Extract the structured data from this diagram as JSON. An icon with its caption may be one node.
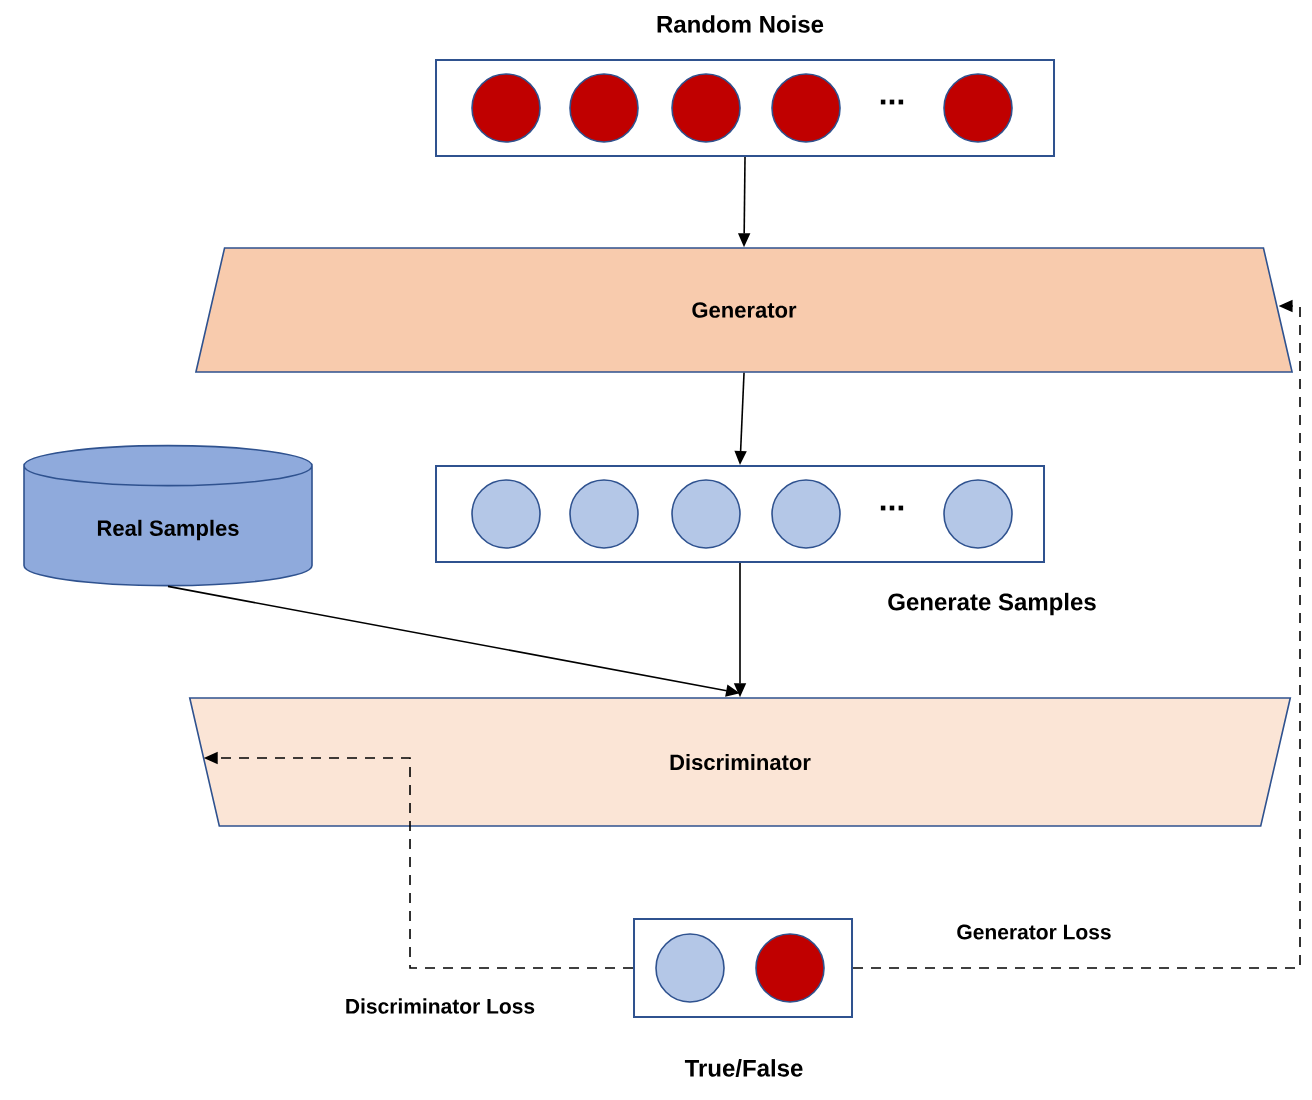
{
  "diagram": {
    "nodes": [
      {
        "text": [
          "Random Noise",
          "..."
        ]
      },
      {
        "text": [
          "Generator"
        ]
      },
      {
        "text": [
          "...",
          "Generate Samples"
        ]
      },
      {
        "text": [
          "Real Samples"
        ]
      },
      {
        "text": [
          "Discriminator"
        ]
      },
      {
        "text": [
          "True/False"
        ]
      }
    ],
    "edges": [
      {
        "from": 0,
        "to": 1,
        "arrow": "to"
      },
      {
        "from": 1,
        "to": 2,
        "arrow": "to"
      },
      {
        "from": 2,
        "to": 4,
        "arrow": "to"
      },
      {
        "from": 3,
        "to": 4,
        "arrow": "to"
      },
      {
        "from": 5,
        "to": 4,
        "arrow": "to",
        "style": "dashed",
        "label": "Discriminator Loss"
      },
      {
        "from": 5,
        "to": 1,
        "arrow": "to",
        "style": "dashed",
        "label": "Generator Loss"
      }
    ]
  }
}
